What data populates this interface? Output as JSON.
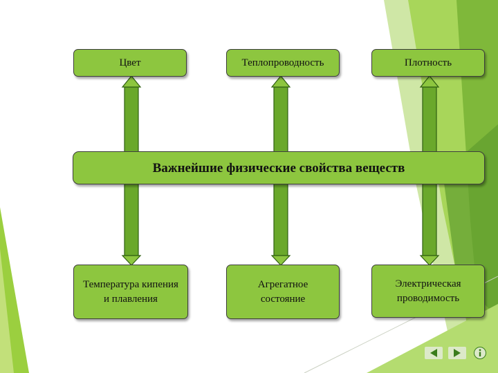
{
  "diagram": {
    "center": "Важнейшие физические свойства веществ",
    "top": [
      "Цвет",
      "Теплопроводность",
      "Плотность"
    ],
    "bottom": [
      "Температура кипения и плавления",
      "Агрегатное состояние",
      "Электрическая проводимость"
    ]
  },
  "colors": {
    "box_fill": "#8dc63f",
    "box_border": "#3d3d3d",
    "accent": "#8dc63f",
    "nav_arrow": "#3a7d1c"
  },
  "nav": {
    "prev_icon": "triangle-left-icon",
    "next_icon": "triangle-right-icon",
    "info_icon": "info-icon"
  }
}
